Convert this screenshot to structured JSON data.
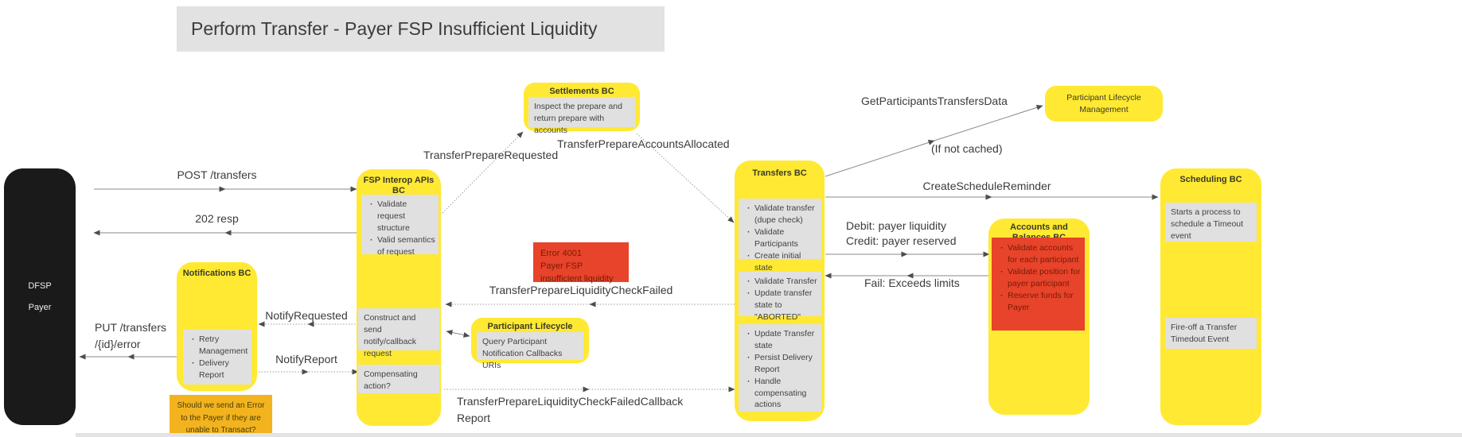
{
  "title": "Perform Transfer - Payer FSP Insufficient Liquidity",
  "actor": {
    "name": "DFSP",
    "role": "Payer"
  },
  "messages": {
    "post_transfers": "POST /transfers",
    "resp_202": "202 resp",
    "put_transfers_error": "PUT /transfers /{id}/error",
    "notify_requested": "NotifyRequested",
    "notify_report": "NotifyReport",
    "transfer_prepare_requested": "TransferPrepareRequested",
    "transfer_prepare_accounts_allocated": "TransferPrepareAccountsAllocated",
    "transfer_prepare_liquidity_check_failed": "TransferPrepareLiquidityCheckFailed",
    "transfer_prepare_liquidity_check_failed_callback": "TransferPrepareLiquidityCheckFailedCallback Report",
    "get_participants_transfers_data": "GetParticipantsTransfersData",
    "if_not_cached": "(If not cached)",
    "create_schedule_reminder": "CreateScheduleReminder",
    "debit": "Debit: payer liquidity",
    "credit": "Credit: payer reserved",
    "fail": "Fail: Exceeds limits"
  },
  "nodes": {
    "notifications": {
      "title": "Notifications BC",
      "items": [
        "Retry Management",
        "Delivery Report"
      ]
    },
    "fsp_interop": {
      "title": "FSP Interop APIs BC",
      "validation_items": [
        "Validate request structure",
        "Valid semantics of request"
      ],
      "construct_note": "Construct and send notify/callback request",
      "compensating_note": "Compensating action?"
    },
    "settlements": {
      "title": "Settlements BC",
      "note": "Inspect the prepare and return prepare with accounts"
    },
    "participant_lifecycle": {
      "title": "Participant Lifecycle",
      "note": "Query Participant Notification Callbacks URIs"
    },
    "transfers": {
      "title": "Transfers BC",
      "validate_items": [
        "Validate transfer (dupe check)",
        "Validate Participants",
        "Create initial state"
      ],
      "abort_items": [
        "Validate Transfer",
        "Update transfer state to \"ABORTED\""
      ],
      "update_items": [
        "Update Transfer state",
        "Persist Delivery Report",
        "Handle compensating actions"
      ]
    },
    "participant_lifecycle_management": {
      "title": "Participant Lifecycle Management"
    },
    "accounts_balances": {
      "title": "Accounts and Balances BC",
      "items": [
        "Validate accounts for each participant",
        "Validate position for payer participant",
        "Reserve funds for Payer"
      ]
    },
    "scheduling": {
      "title": "Scheduling BC",
      "note_timeout": "Starts a process to schedule a Timeout event",
      "note_fire": "Fire-off a Transfer Timedout Event"
    }
  },
  "notes": {
    "error": {
      "code": "Error 4001",
      "detail": "Payer FSP insufficient liquidity"
    },
    "question": "Should we send an Error to the Payer if they are unable to Transact?"
  },
  "colors": {
    "node_yellow": "#FFE933",
    "panel_gray": "#E0E0E0",
    "error_red": "#E8432B",
    "note_orange": "#F2B31E",
    "actor_black": "#1A1A1A",
    "title_gray": "#E2E2E2"
  }
}
